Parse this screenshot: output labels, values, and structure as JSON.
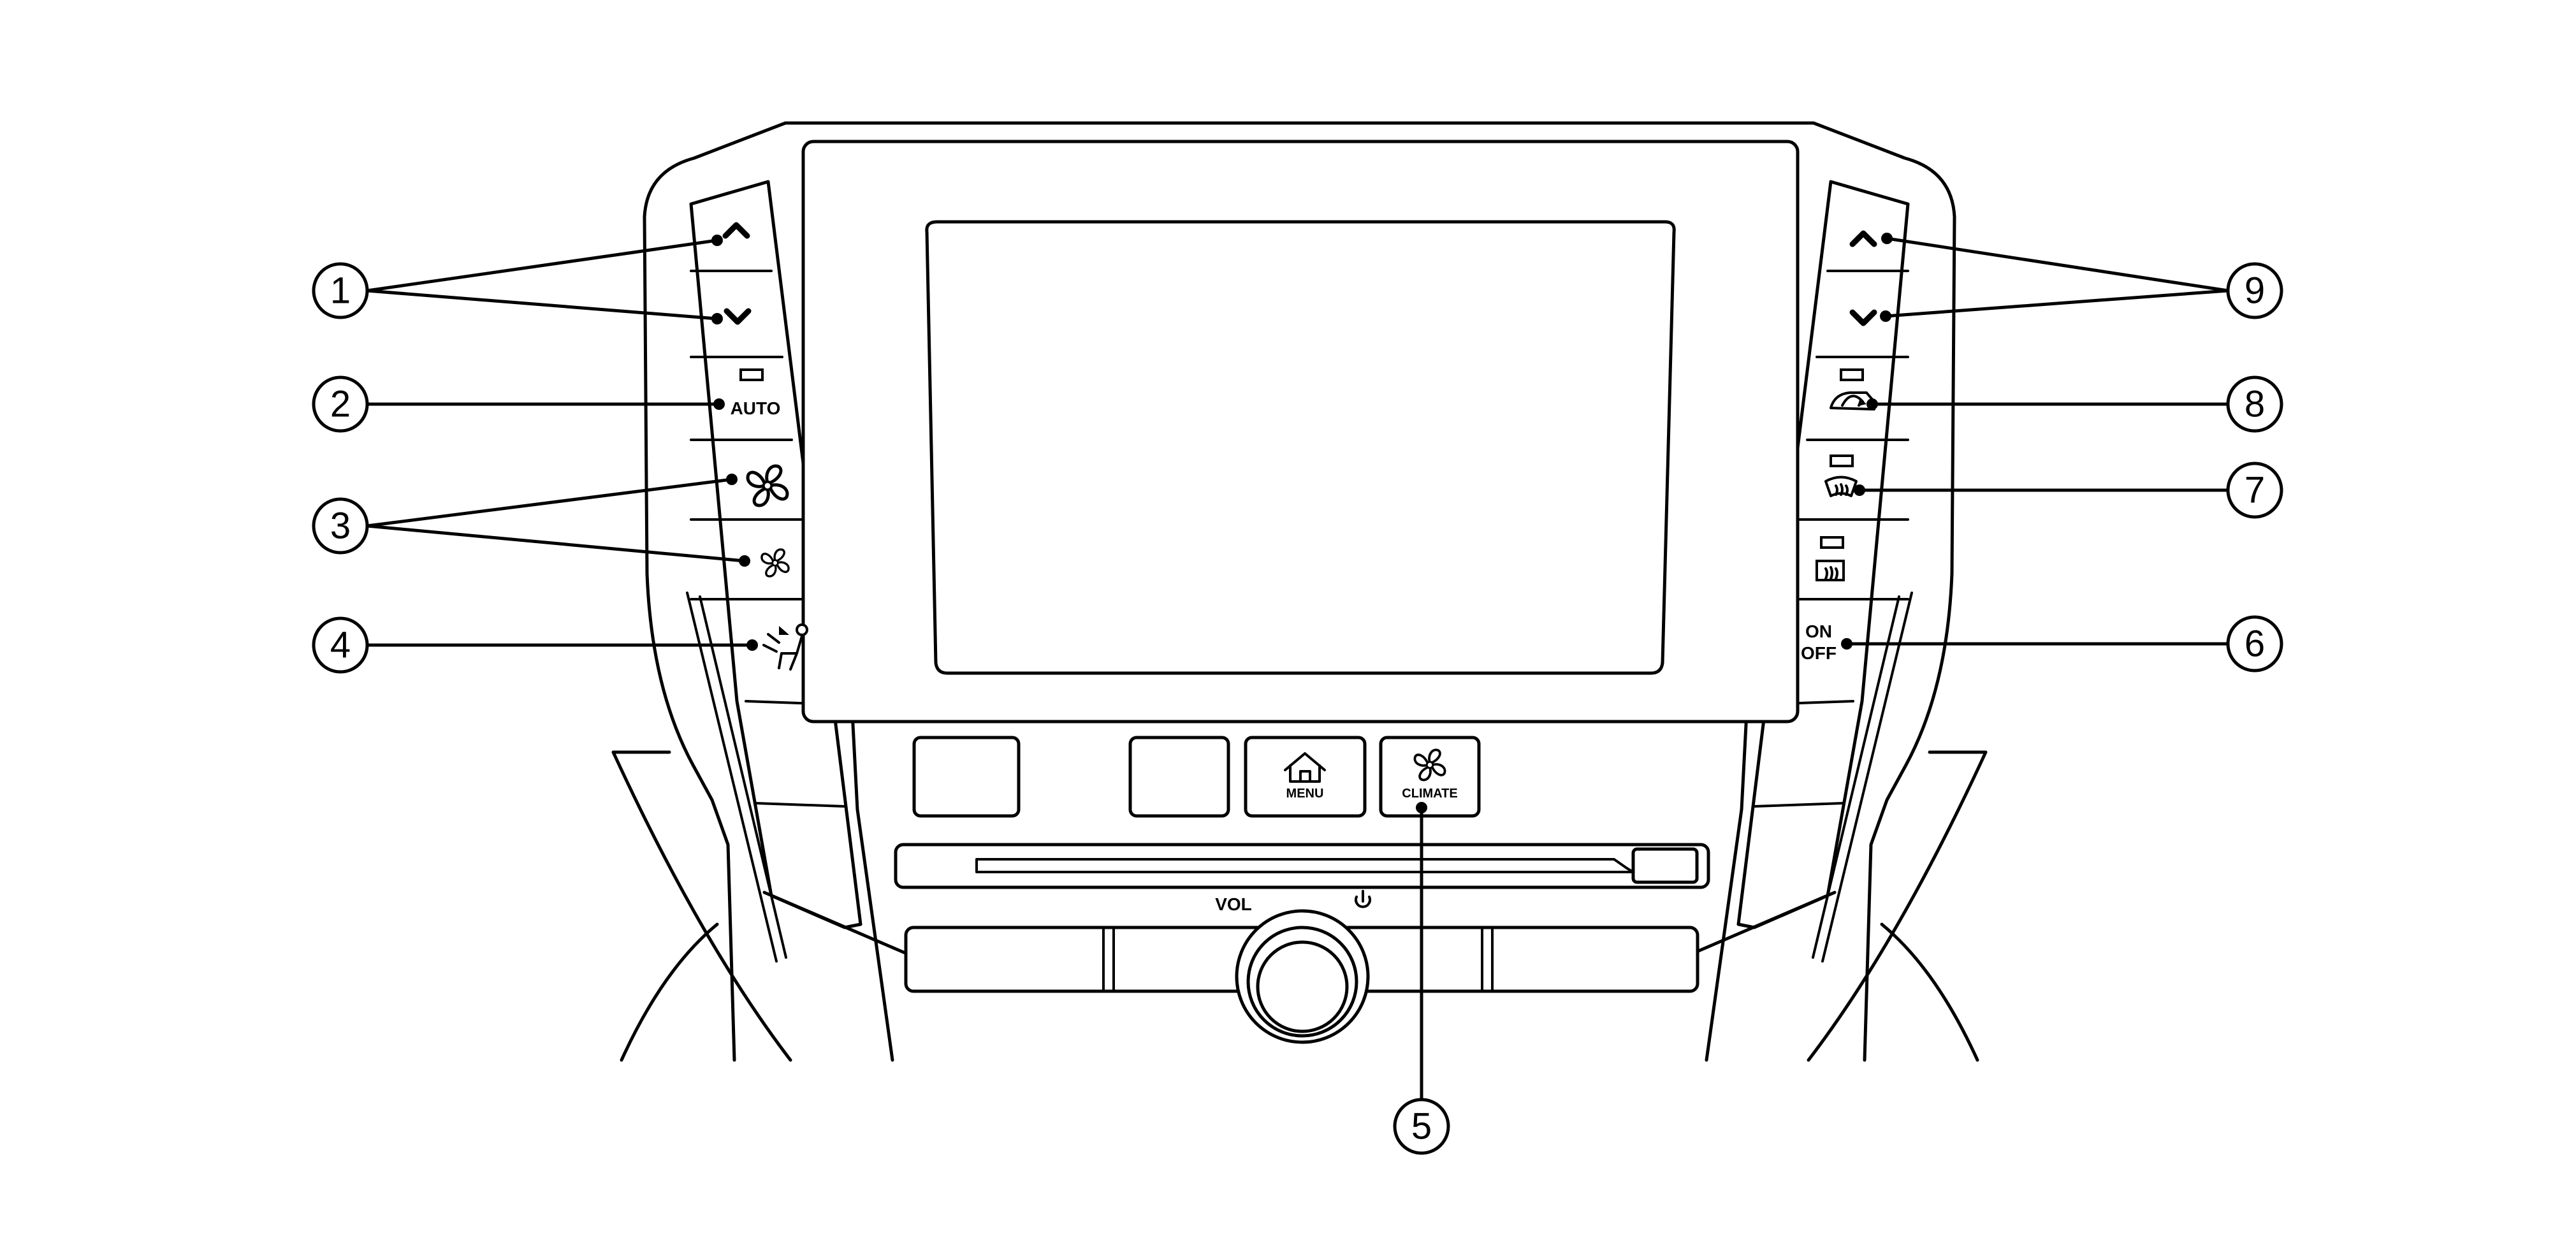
{
  "buttons": {
    "auto_label": "AUTO",
    "on_label": "ON",
    "off_label": "OFF",
    "menu_label": "MENU",
    "climate_label": "CLIMATE",
    "vol_label": "VOL"
  },
  "callouts": [
    "1",
    "2",
    "3",
    "4",
    "5",
    "6",
    "7",
    "8",
    "9"
  ],
  "icons": {
    "temp_up_left": "chevron-up-icon",
    "temp_down_left": "chevron-down-icon",
    "fan_high": "fan-icon",
    "fan_low": "fan-icon",
    "air_flow_mode": "air-flow-mode-icon",
    "temp_up_right": "chevron-up-icon",
    "temp_down_right": "chevron-down-icon",
    "recirculation": "air-recirculation-icon",
    "front_defroster": "front-defroster-icon",
    "rear_defroster": "rear-defroster-icon",
    "menu_home": "home-icon",
    "climate_fan": "fan-icon",
    "power": "power-icon"
  }
}
